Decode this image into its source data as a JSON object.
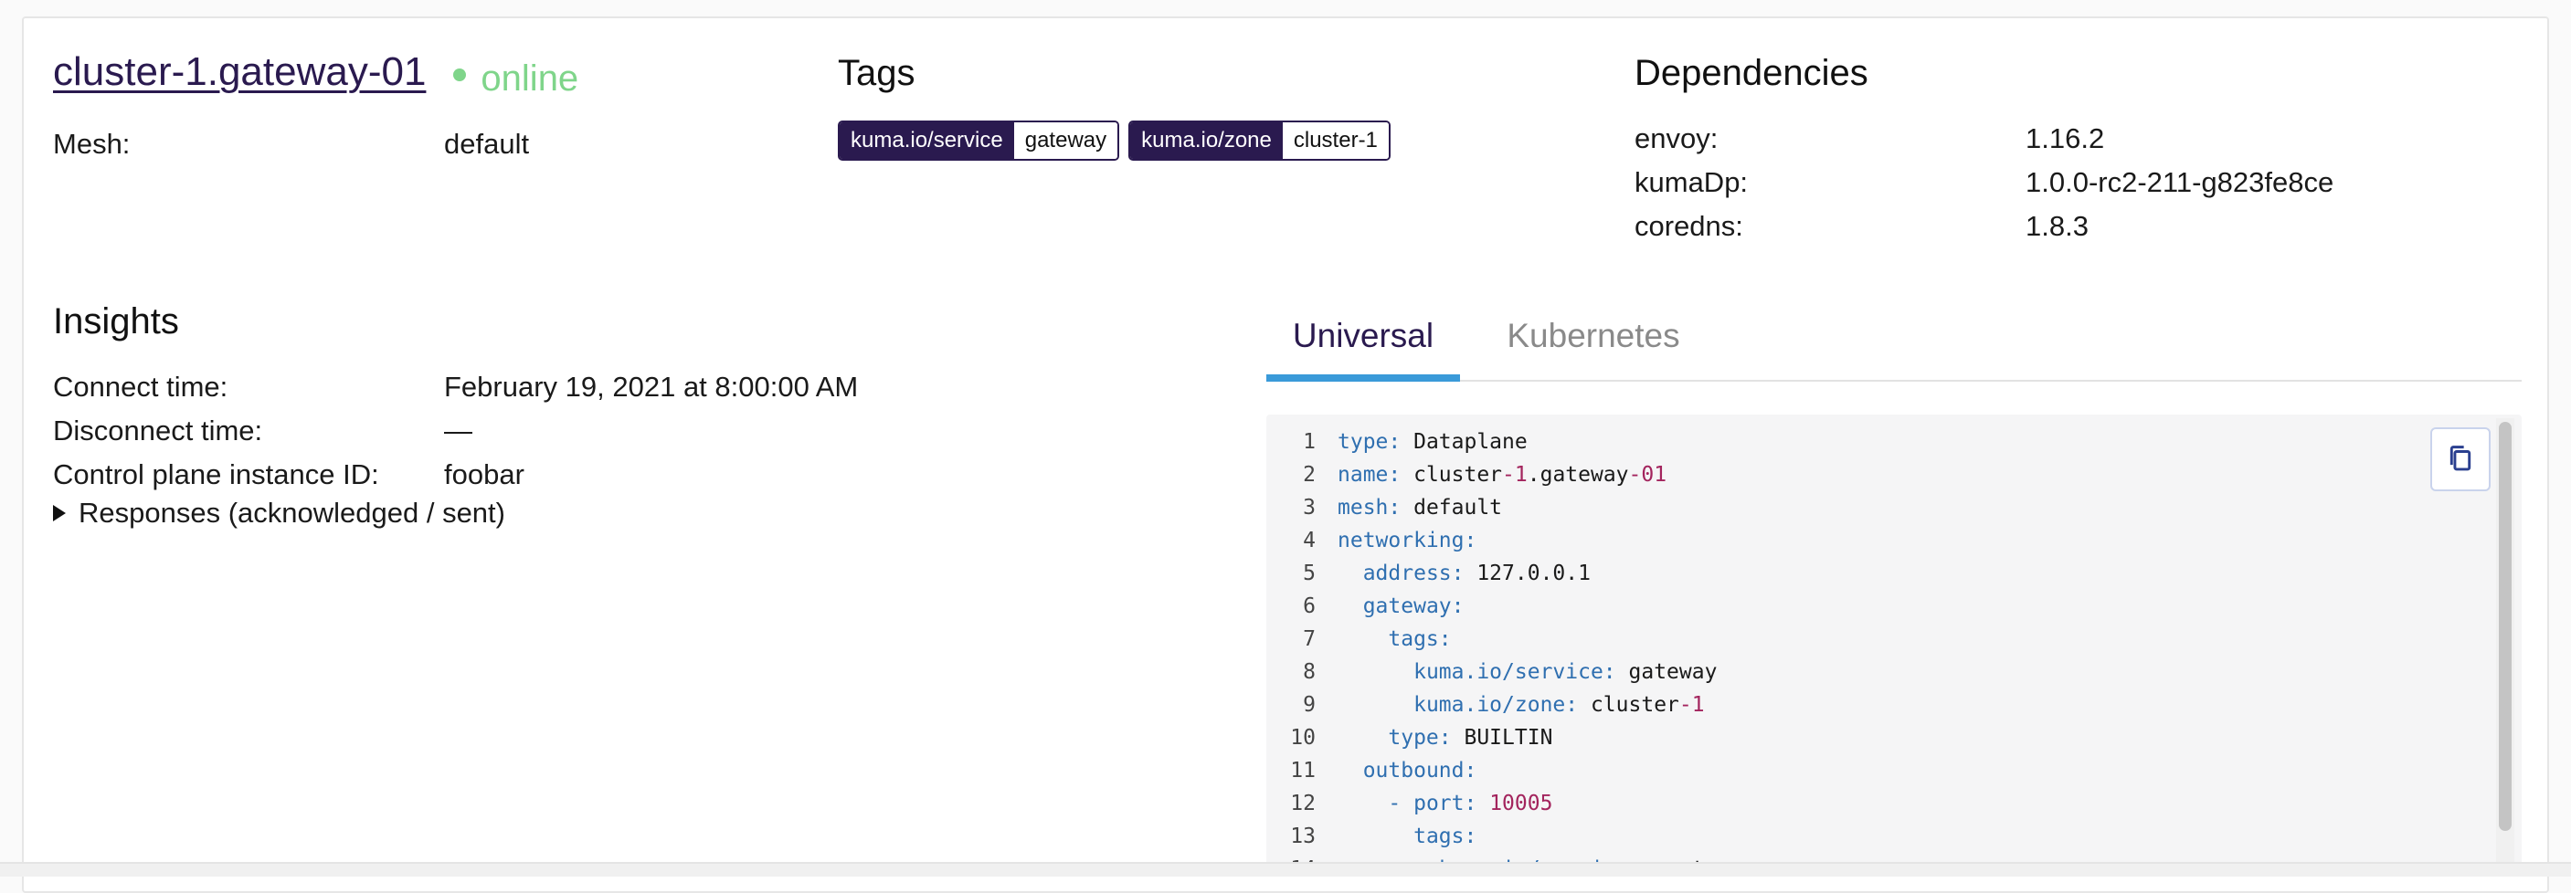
{
  "dataplane": {
    "name": "cluster-1.gateway-01",
    "status": "online",
    "mesh_label": "Mesh:",
    "mesh_value": "default"
  },
  "tags": {
    "title": "Tags",
    "items": [
      {
        "key": "kuma.io/service",
        "value": "gateway"
      },
      {
        "key": "kuma.io/zone",
        "value": "cluster-1"
      }
    ]
  },
  "dependencies": {
    "title": "Dependencies",
    "items": [
      {
        "label": "envoy:",
        "value": "1.16.2"
      },
      {
        "label": "kumaDp:",
        "value": "1.0.0-rc2-211-g823fe8ce"
      },
      {
        "label": "coredns:",
        "value": "1.8.3"
      }
    ]
  },
  "insights": {
    "title": "Insights",
    "items": [
      {
        "label": "Connect time:",
        "value": "February 19, 2021 at 8:00:00 AM"
      },
      {
        "label": "Disconnect time:",
        "value": "—"
      },
      {
        "label": "Control plane instance ID:",
        "value": "foobar"
      }
    ],
    "responses_label": "Responses (acknowledged / sent)"
  },
  "tabs": [
    {
      "label": "Universal",
      "active": true
    },
    {
      "label": "Kubernetes",
      "active": false
    }
  ],
  "code": {
    "lines": [
      "type: Dataplane",
      "name: cluster-1.gateway-01",
      "mesh: default",
      "networking:",
      "  address: 127.0.0.1",
      "  gateway:",
      "    tags:",
      "      kuma.io/service: gateway",
      "      kuma.io/zone: cluster-1",
      "    type: BUILTIN",
      "  outbound:",
      "    - port: 10005",
      "      tags:",
      "        kuma.io/service: postgres"
    ]
  },
  "colors": {
    "brand": "#2a1a4f",
    "online": "#7fd58a",
    "tab_accent": "#3a9ad9",
    "yaml_key": "#2f6fb0",
    "yaml_number": "#a3245d"
  },
  "icons": {
    "copy": "copy-icon",
    "status": "status-dot-icon",
    "disclosure": "disclosure-triangle-icon"
  }
}
